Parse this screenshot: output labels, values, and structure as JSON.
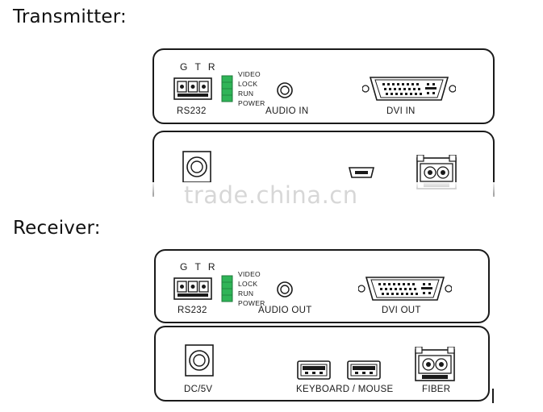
{
  "transmitter": {
    "heading": "Transmitter:",
    "top_panel": {
      "gtr": "G T R",
      "rs232": "RS232",
      "leds": [
        "VIDEO",
        "LOCK",
        "RUN",
        "POWER"
      ],
      "audio": "AUDIO IN",
      "dvi": "DVI IN"
    }
  },
  "receiver": {
    "heading": "Receiver:",
    "top_panel": {
      "gtr": "G T R",
      "rs232": "RS232",
      "leds": [
        "VIDEO",
        "LOCK",
        "RUN",
        "POWER"
      ],
      "audio": "AUDIO OUT",
      "dvi": "DVI OUT"
    },
    "bottom_panel": {
      "power": "DC/5V",
      "usb": "KEYBOARD / MOUSE",
      "fiber": "FIBER"
    }
  },
  "watermark": "trade.china.cn",
  "colors": {
    "led_green": "#2fb457",
    "outline": "#1a1a1a"
  }
}
